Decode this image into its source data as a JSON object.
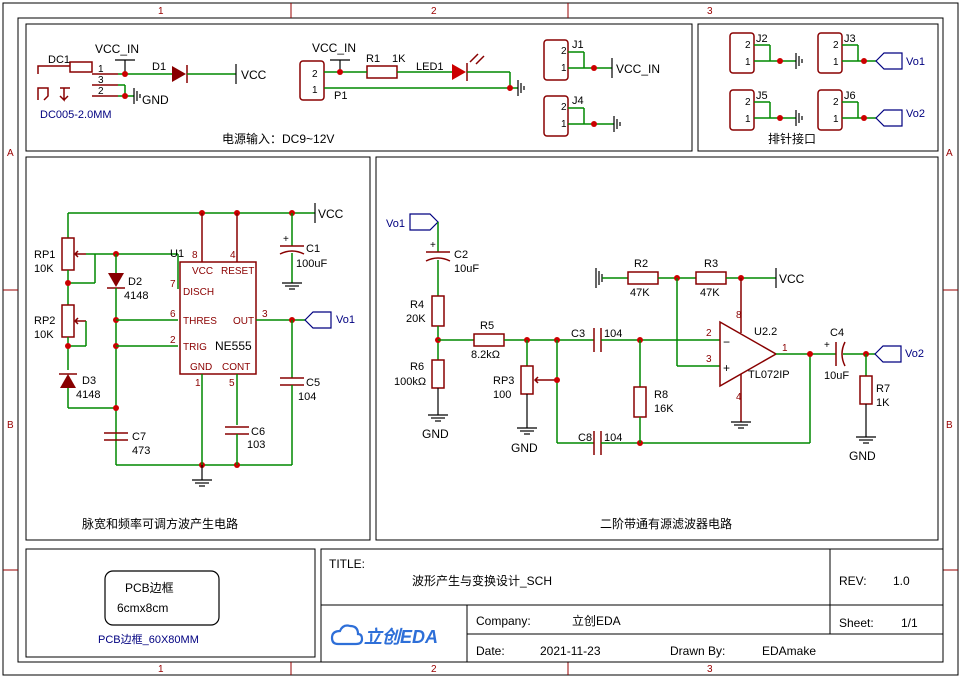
{
  "zones": {
    "cols": [
      "1",
      "2",
      "3"
    ],
    "rows": [
      "A",
      "B"
    ]
  },
  "sections": {
    "power": "电源输入：DC9~12V",
    "headers": "排针接口",
    "pwm": "脉宽和频率可调方波产生电路",
    "filter": "二阶带通有源滤波器电路"
  },
  "power": {
    "dc1": "DC1",
    "dc1_part": "DC005-2.0MM",
    "vcc_in_1": "VCC_IN",
    "gnd": "GND",
    "d1": "D1",
    "vcc": "VCC",
    "pin1": "1",
    "pin2": "2",
    "pin3": "3",
    "vcc_in_2": "VCC_IN",
    "r1": "R1",
    "r1_val": "1K",
    "led1": "LED1",
    "p1": "P1",
    "p1_pin2": "2",
    "p1_pin1": "1",
    "j1": "J1",
    "j1_net": "VCC_IN",
    "j4": "J4"
  },
  "headers": {
    "j2": "J2",
    "j3": "J3",
    "j5": "J5",
    "j6": "J6",
    "vo1": "Vo1",
    "vo2": "Vo2",
    "p2": "2",
    "p1": "1"
  },
  "pwm": {
    "vcc": "VCC",
    "rp1": "RP1",
    "rp1_val": "10K",
    "rp2": "RP2",
    "rp2_val": "10K",
    "d2": "D2",
    "d2_val": "4148",
    "d3": "D3",
    "d3_val": "4148",
    "u1": "U1",
    "pin8": "8",
    "pin4": "4",
    "pin7": "7",
    "pin6": "6",
    "pin2": "2",
    "pin3": "3",
    "pin1": "1",
    "pin5": "5",
    "vcc_pin": "VCC",
    "reset_pin": "RESET",
    "disch_pin": "DISCH",
    "thres_pin": "THRES",
    "trig_pin": "TRIG",
    "out_pin": "OUT",
    "gnd_pin": "GND",
    "cont_pin": "CONT",
    "chip": "NE555",
    "c1": "C1",
    "c1_val": "100uF",
    "c5": "C5",
    "c5_val": "104",
    "c6": "C6",
    "c6_val": "103",
    "c7": "C7",
    "c7_val": "473",
    "vo1": "Vo1"
  },
  "filter": {
    "vo1": "Vo1",
    "c2": "C2",
    "c2_val": "10uF",
    "r4": "R4",
    "r4_val": "20K",
    "r6": "R6",
    "r6_val": "100kΩ",
    "gnd1": "GND",
    "r5": "R5",
    "r5_val": "8.2kΩ",
    "rp3": "RP3",
    "rp3_val": "100",
    "gnd2": "GND",
    "c3": "C3",
    "c3_val": "104",
    "c8": "C8",
    "c8_val": "104",
    "r8": "R8",
    "r8_val": "16K",
    "r2": "R2",
    "r2_val": "47K",
    "r3": "R3",
    "r3_val": "47K",
    "vcc": "VCC",
    "u2": "U2.2",
    "op_model": "TL072IP",
    "pin2": "2",
    "pin3": "3",
    "pin1": "1",
    "pin8": "8",
    "pin4": "4",
    "minus": "−",
    "plus": "+",
    "c4": "C4",
    "c4_val": "10uF",
    "r7": "R7",
    "r7_val": "1K",
    "gnd3": "GND",
    "vo2": "Vo2"
  },
  "pcb": {
    "title": "PCB边框",
    "size": "6cmx8cm",
    "name": "PCB边框_60X80MM"
  },
  "titleblock": {
    "title_label": "TITLE:",
    "title": "波形产生与变换设计_SCH",
    "rev_label": "REV:",
    "rev": "1.0",
    "company_label": "Company:",
    "company": "立创EDA",
    "sheet_label": "Sheet:",
    "sheet": "1/1",
    "date_label": "Date:",
    "date": "2021-11-23",
    "drawn_label": "Drawn By:",
    "drawn": "EDAmake",
    "logo": "立创EDA"
  },
  "colors": {
    "wire": "#008800",
    "component": "#880000",
    "junction": "#cc0000",
    "net_port": "#000080"
  }
}
